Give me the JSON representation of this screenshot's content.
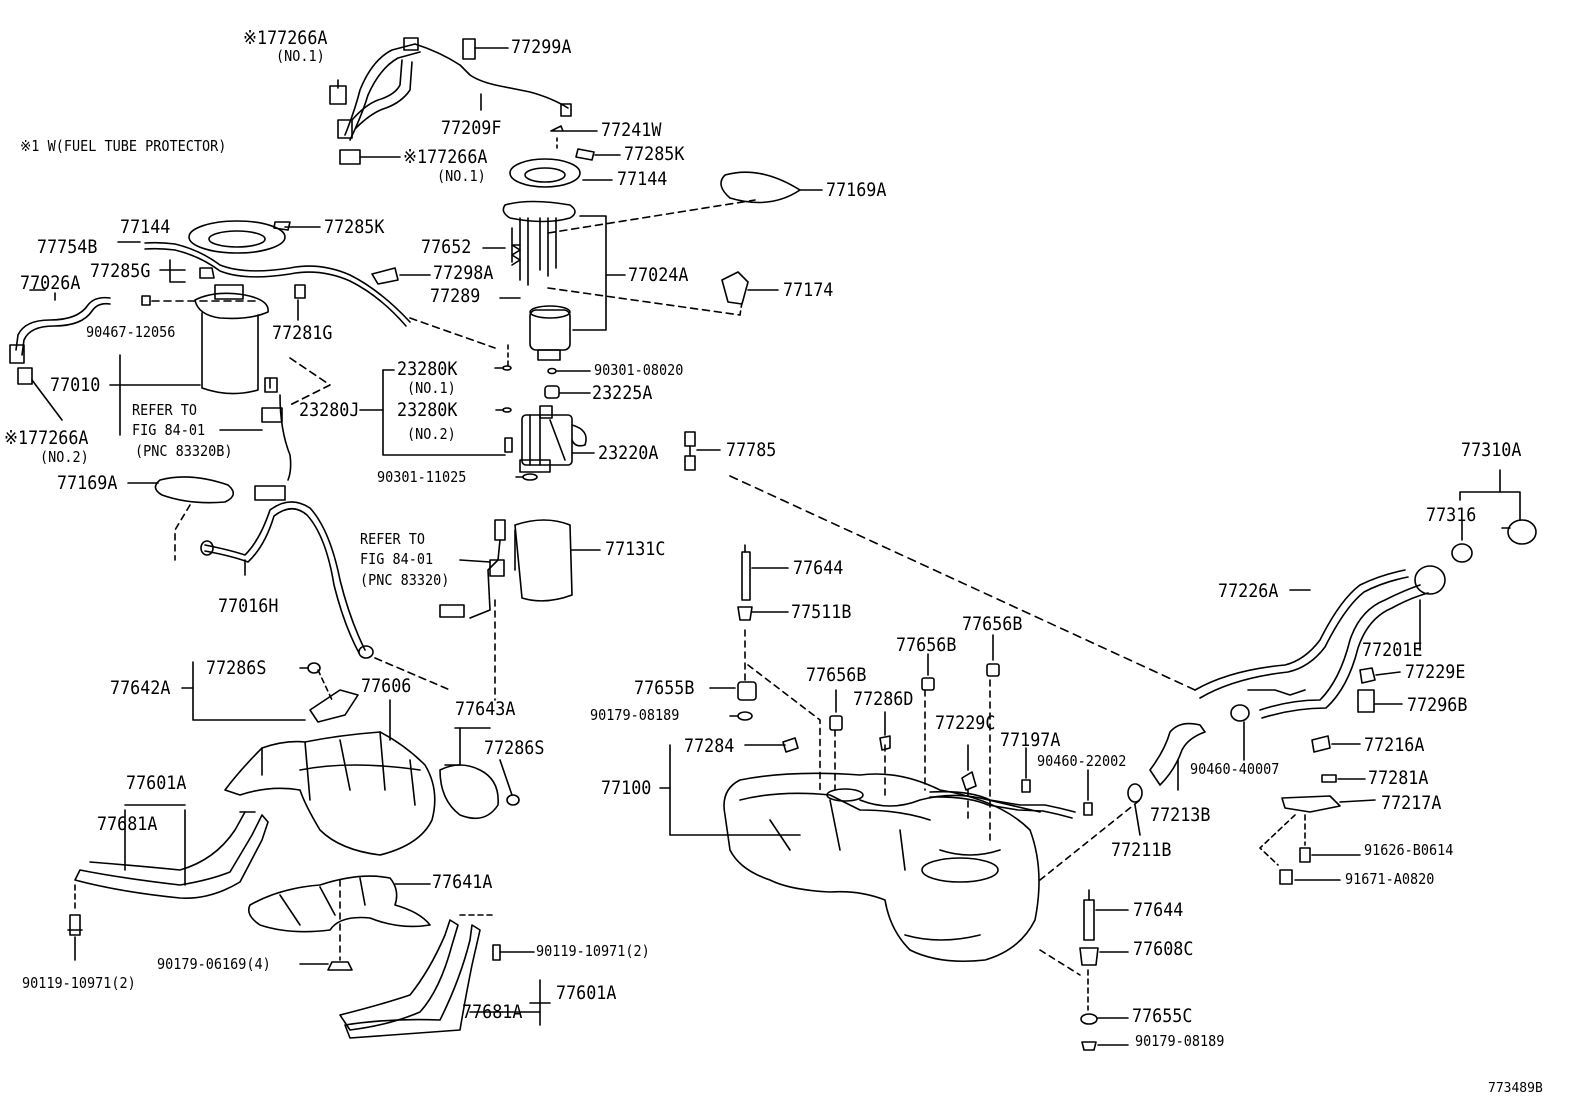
{
  "note_text": "※1 W(FUEL TUBE PROTECTOR)",
  "figure_id": "773489B",
  "refs": {
    "ref_a_line1": "REFER TO",
    "ref_a_line2": "FIG 84-01",
    "ref_a_line3": "(PNC 83320B)",
    "ref_b_line1": "REFER TO",
    "ref_b_line2": "FIG 84-01",
    "ref_b_line3": "(PNC 83320)"
  },
  "labels": {
    "p77266A_top": "※177266A",
    "no1_top": "(NO.1)",
    "p77299A": "77299A",
    "p77209F": "77209F",
    "p77241W": "77241W",
    "p77266A_mid": "※177266A",
    "no1_mid": "(NO.1)",
    "p77285K_top": "77285K",
    "p77144_right": "77144",
    "p77169A_top": "77169A",
    "p77144_left": "77144",
    "p77285K_left": "77285K",
    "p77754B": "77754B",
    "p77285G": "77285G",
    "p77652": "77652",
    "p77026A": "77026A",
    "p77298A": "77298A",
    "p77024A": "77024A",
    "p77289": "77289",
    "p77174": "77174",
    "p90467": "90467-12056",
    "p77281G": "77281G",
    "p23280K_1": "23280K",
    "no1_b": "(NO.1)",
    "p90301_08020": "90301-08020",
    "p77010": "77010",
    "p23225A": "23225A",
    "p23280J": "23280J",
    "p23280K_2": "23280K",
    "no2_b": "(NO.2)",
    "p77266A_low": "※177266A",
    "no2_low": "(NO.2)",
    "p23220A": "23220A",
    "p77785": "77785",
    "p90301_11025": "90301-11025",
    "p77169A_low": "77169A",
    "p77310A": "77310A",
    "p77316": "77316",
    "p77131C": "77131C",
    "p77226A": "77226A",
    "p77644_top": "77644",
    "p77016H": "77016H",
    "p77511B": "77511B",
    "p77656B_a": "77656B",
    "p77656B_b": "77656B",
    "p77201E": "77201E",
    "p77286S_top": "77286S",
    "p77642A": "77642A",
    "p77606": "77606",
    "p77656B_c": "77656B",
    "p77229E": "77229E",
    "p77655B": "77655B",
    "p77286D": "77286D",
    "p77643A": "77643A",
    "p77296B": "77296B",
    "p90179_08189_a": "90179-08189",
    "p77229C": "77229C",
    "p77197A": "77197A",
    "p77286S_low": "77286S",
    "p77284": "77284",
    "p77216A": "77216A",
    "p90460_22002": "90460-22002",
    "p90460_40007": "90460-40007",
    "p77601A_top": "77601A",
    "p77281A": "77281A",
    "p77100": "77100",
    "p77217A": "77217A",
    "p77213B": "77213B",
    "p77681A_top": "77681A",
    "p77211B": "77211B",
    "p91626": "91626-B0614",
    "p91671": "91671-A0820",
    "p77641A": "77641A",
    "p77644_low": "77644",
    "p77608C": "77608C",
    "p90119_a": "90119-10971(2)",
    "p90179_06169": "90179-06169(4)",
    "p90119_b": "90119-10971(2)",
    "p77601A_low": "77601A",
    "p77681A_low": "77681A",
    "p77655C": "77655C",
    "p90179_08189_b": "90179-08189"
  }
}
